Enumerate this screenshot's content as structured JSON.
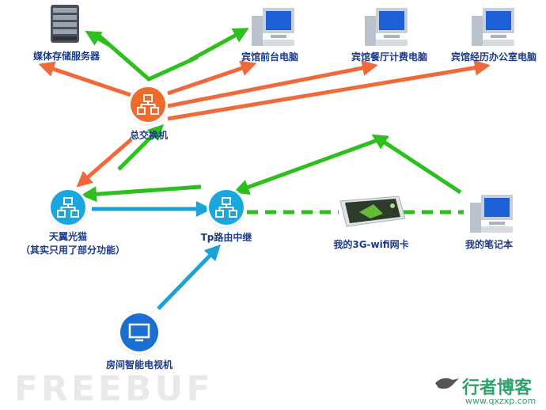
{
  "nodes": {
    "media_server": "媒体存储服务器",
    "reception_pc": "宾馆前台电脑",
    "restaurant_pc": "宾馆餐厅计费电脑",
    "manager_pc": "宾馆经历办公室电脑",
    "core_switch": "总交换机",
    "telecom_modem": "天翼光猫",
    "telecom_modem_note": "（其实只用了部分功能）",
    "tp_repeater": "Tp路由中继",
    "wifi_card": "我的3G-wifi网卡",
    "laptop": "我的笔记本",
    "smart_tv": "房间智能电视机"
  },
  "watermark": "FREEBUF",
  "brand": {
    "name": "行者博客",
    "url": "www.qxzxp.com"
  },
  "colors": {
    "orange": "#f0693a",
    "green": "#2dbf1e",
    "blue": "#1ba3d8",
    "switch_circle": "#f06b2a",
    "node_circle": "#1aa7de",
    "tv_circle": "#1a6fd0",
    "label": "#1b3a8c"
  }
}
